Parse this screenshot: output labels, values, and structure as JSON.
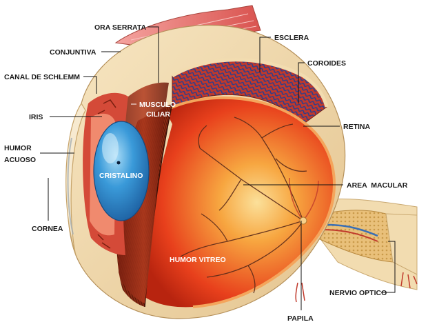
{
  "labels": {
    "ora_serrata": "ORA SERRATA",
    "esclera": "ESCLERA",
    "conjuntiva": "CONJUNTIVA",
    "coroides": "COROIDES",
    "canal_schlemm": "CANAL DE SCHLEMM",
    "musculo": "MUSCULO",
    "ciliar": "CILIAR",
    "iris": "IRIS",
    "retina": "RETINA",
    "humor": "HUMOR",
    "acuoso": "ACUOSO",
    "cristalino": "CRISTALINO",
    "area_macular": "AREA  MACULAR",
    "cornea": "CORNEA",
    "humor_vitreo": "HUMOR VITREO",
    "nervio_optico": "NERVIO OPTICO",
    "papila": "PAPILA"
  },
  "colors": {
    "vitreous": "#e8401c",
    "vitreous_light": "#f7c36a",
    "sclera": "#f2dcb0",
    "choroid": "#2a3f8f",
    "muscle": "#c0392b",
    "lens": "#3a9ad9",
    "lens_dark": "#1d5fa0",
    "vessel": "#5a2a1a",
    "nerve": "#e9c07a"
  }
}
